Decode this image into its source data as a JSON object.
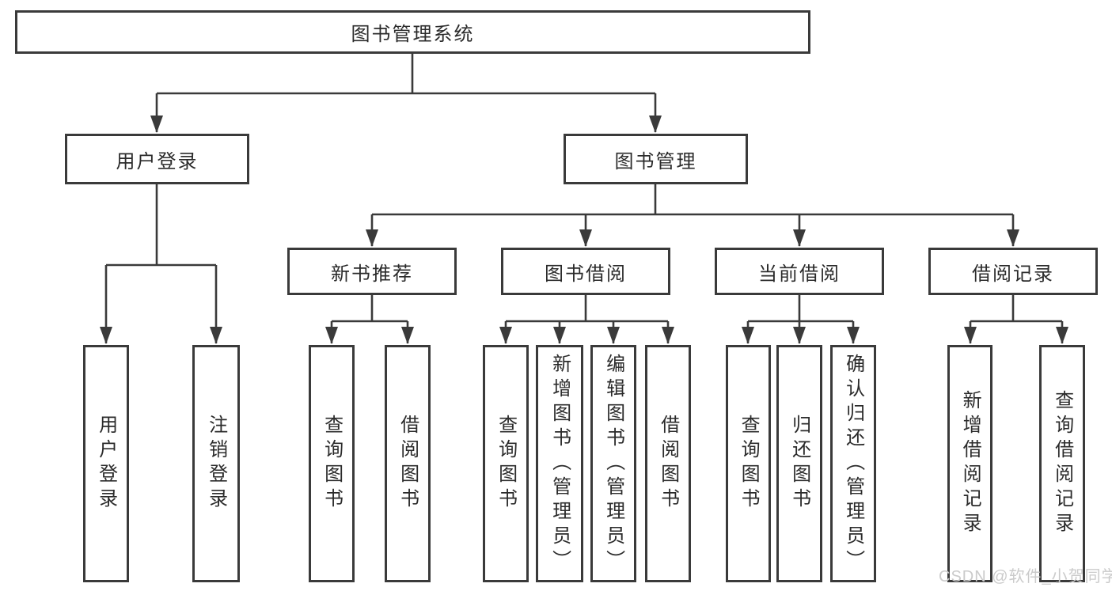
{
  "colors": {
    "line": "#3a3a3a",
    "text": "#2b2b2b",
    "watermark": "#cbcbcb",
    "background": "#ffffff"
  },
  "watermark": {
    "text": "CSDN @软件_小贺同学"
  },
  "tree": {
    "root": "图书管理系统",
    "login": {
      "label": "用户登录",
      "children": [
        "用户登录",
        "注销登录"
      ]
    },
    "management": {
      "label": "图书管理",
      "groups": [
        {
          "label": "新书推荐",
          "children": [
            "查询图书",
            "借阅图书"
          ]
        },
        {
          "label": "图书借阅",
          "children": [
            "查询图书",
            "新增图书（管理员）",
            "编辑图书（管理员）",
            "借阅图书"
          ]
        },
        {
          "label": "当前借阅",
          "children": [
            "查询图书",
            "归还图书",
            "确认归还（管理员）"
          ]
        },
        {
          "label": "借阅记录",
          "children": [
            "新增借阅记录",
            "查询借阅记录"
          ]
        }
      ]
    }
  }
}
